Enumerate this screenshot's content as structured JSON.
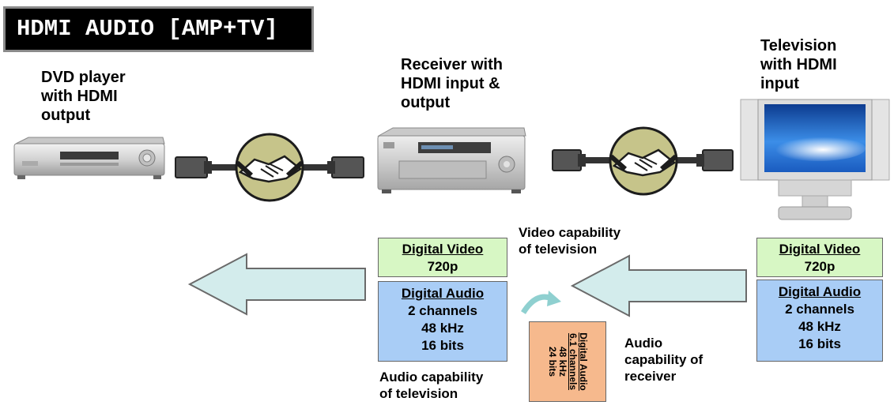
{
  "title": "HDMI AUDIO [AMP+TV]",
  "devices": {
    "dvd_label": "DVD player\nwith HDMI\noutput",
    "receiver_label": "Receiver with\nHDMI input &\noutput",
    "tv_label": "Television\nwith HDMI\ninput"
  },
  "receiver_boxes": {
    "video": {
      "heading": "Digital Video",
      "value": "720p"
    },
    "audio": {
      "heading": "Digital Audio",
      "channels": "2 channels",
      "rate": "48 kHz",
      "bits": "16 bits"
    }
  },
  "tv_boxes": {
    "video": {
      "heading": "Digital Video",
      "value": "720p"
    },
    "audio": {
      "heading": "Digital Audio",
      "channels": "2 channels",
      "rate": "48 kHz",
      "bits": "16 bits"
    }
  },
  "receiver_audio_box": {
    "heading": "Digital Audio",
    "channels": "6.1 channels",
    "rate": "48 kHz",
    "bits": "24 bits"
  },
  "captions": {
    "video_capability": "Video capability\nof television",
    "audio_capability_tv": "Audio capability\nof television",
    "audio_capability_receiver": "Audio\ncapability of\nreceiver"
  },
  "colors": {
    "video_box": "#d7f7c4",
    "audio_box": "#a9cdf6",
    "receiver_audio_box": "#f6b98d",
    "arrow": "#d3ecec",
    "handshake_circle": "#c6c48a"
  }
}
